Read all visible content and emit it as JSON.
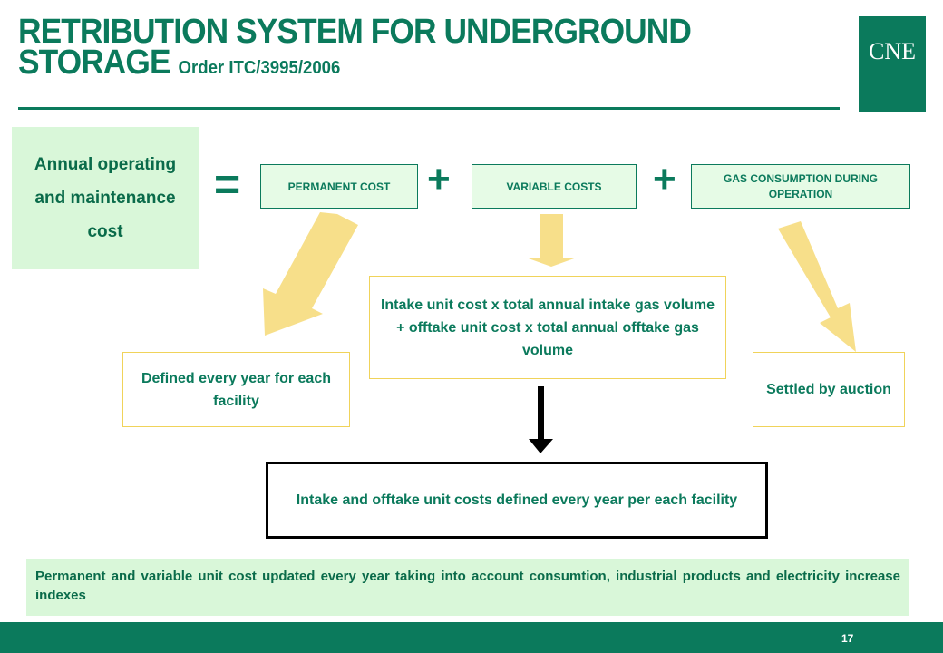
{
  "header": {
    "title_line1": "RETRIBUTION SYSTEM FOR UNDERGROUND",
    "title_line2": "STORAGE",
    "subtitle": "Order ITC/3995/2006"
  },
  "logo": {
    "text": "CNE"
  },
  "formula": {
    "lhs": "Annual operating and maintenance cost",
    "equals": "=",
    "plus": "+",
    "terms": [
      "PERMANENT COST",
      "VARIABLE COSTS",
      "GAS CONSUMPTION DURING OPERATION"
    ]
  },
  "details": {
    "permanent": "Defined every year for each facility",
    "variable": "Intake unit cost x total annual intake gas volume + offtake unit cost x total annual offtake gas volume",
    "gas": "Settled by auction"
  },
  "result": "Intake and offtake unit costs defined every year per each facility",
  "note": "Permanent and variable unit cost updated every year taking into account consumtion, industrial products and electricity increase indexes",
  "footer": {
    "page_number": "17"
  },
  "colors": {
    "brand_green": "#0b7a5c",
    "light_green": "#d9f7d9",
    "arrow_yellow": "#f7df8a"
  }
}
